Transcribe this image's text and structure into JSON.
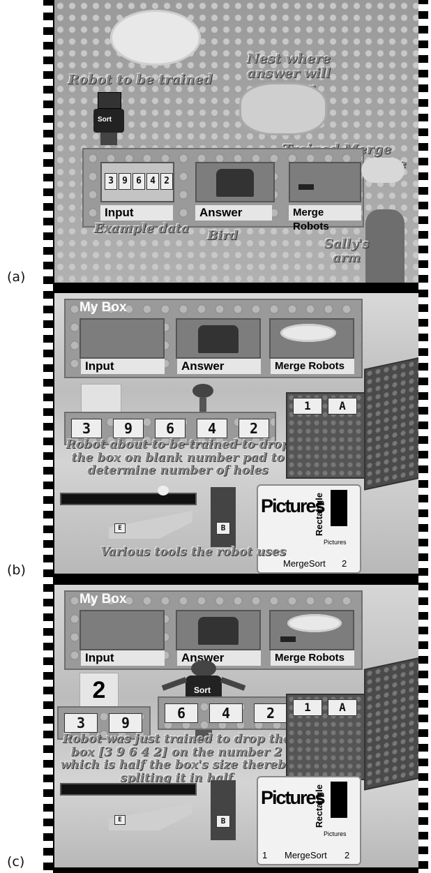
{
  "panel_letters": {
    "a": "(a)",
    "b": "(b)",
    "c": "(c)"
  },
  "frame_a": {
    "robot_label": "Robot to be trained",
    "robot_badge": "Sort",
    "nest_label": "Nest where answer will appear",
    "trained_label": "Trained Merge robots will be here",
    "input_digits": [
      "3",
      "9",
      "6",
      "4",
      "2"
    ],
    "slot_labels": [
      "Input",
      "Answer",
      "Merge Robots"
    ],
    "example_label": "Example data",
    "bird_label": "Bird",
    "arm_label": "Sally's arm"
  },
  "frame_b": {
    "box_title": "My Box",
    "slot_labels": [
      "Input",
      "Answer",
      "Merge Robots"
    ],
    "pad_digits": [
      "3",
      "9",
      "6",
      "4",
      "2"
    ],
    "caption": "Robot about to be trained to drop the box on blank number pad to determine number of holes",
    "toolbox_cells": [
      "1",
      "A"
    ],
    "tool_letters": [
      "E",
      "B"
    ],
    "notebook": {
      "left": "Pictures",
      "right": "Rectangle",
      "sub": "Pictures",
      "footer_left": "MergeSort",
      "footer_right": "2"
    },
    "tools_caption": "Various tools the robot uses"
  },
  "frame_c": {
    "box_title": "My Box",
    "slot_labels": [
      "Input",
      "Answer",
      "Merge Robots"
    ],
    "number_above": "2",
    "left_pad": [
      "3",
      "9"
    ],
    "right_pad": [
      "6",
      "4",
      "2"
    ],
    "robot_badge": "Sort",
    "caption": "Robot was just trained to drop the box [3 9 6 4 2] on the number 2 which is half the box's size thereby spliting it in half",
    "toolbox_cells": [
      "1",
      "A"
    ],
    "tool_letters": [
      "E",
      "B"
    ],
    "notebook": {
      "left": "Pictures",
      "right": "Rectangle",
      "sub": "Pictures",
      "footer_left1": "1",
      "footer_mid": "MergeSort",
      "footer_right": "2"
    }
  }
}
